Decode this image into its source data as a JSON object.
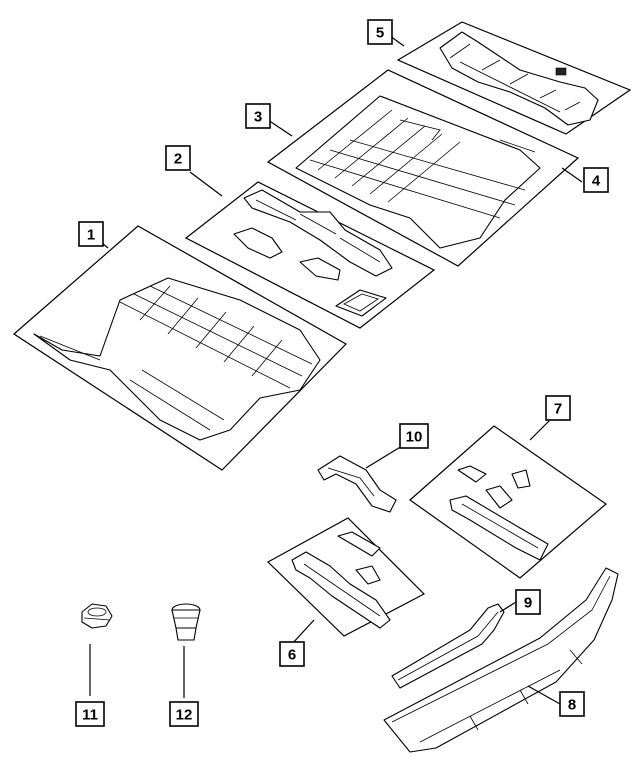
{
  "callouts": [
    {
      "id": "c1",
      "label": "1"
    },
    {
      "id": "c2",
      "label": "2"
    },
    {
      "id": "c3",
      "label": "3"
    },
    {
      "id": "c4",
      "label": "4"
    },
    {
      "id": "c5",
      "label": "5"
    },
    {
      "id": "c6",
      "label": "6"
    },
    {
      "id": "c7",
      "label": "7"
    },
    {
      "id": "c8",
      "label": "8"
    },
    {
      "id": "c9",
      "label": "9"
    },
    {
      "id": "c10",
      "label": "10"
    },
    {
      "id": "c11",
      "label": "11"
    },
    {
      "id": "c12",
      "label": "12"
    }
  ],
  "colors": {
    "line": "#000000",
    "background": "#ffffff"
  }
}
